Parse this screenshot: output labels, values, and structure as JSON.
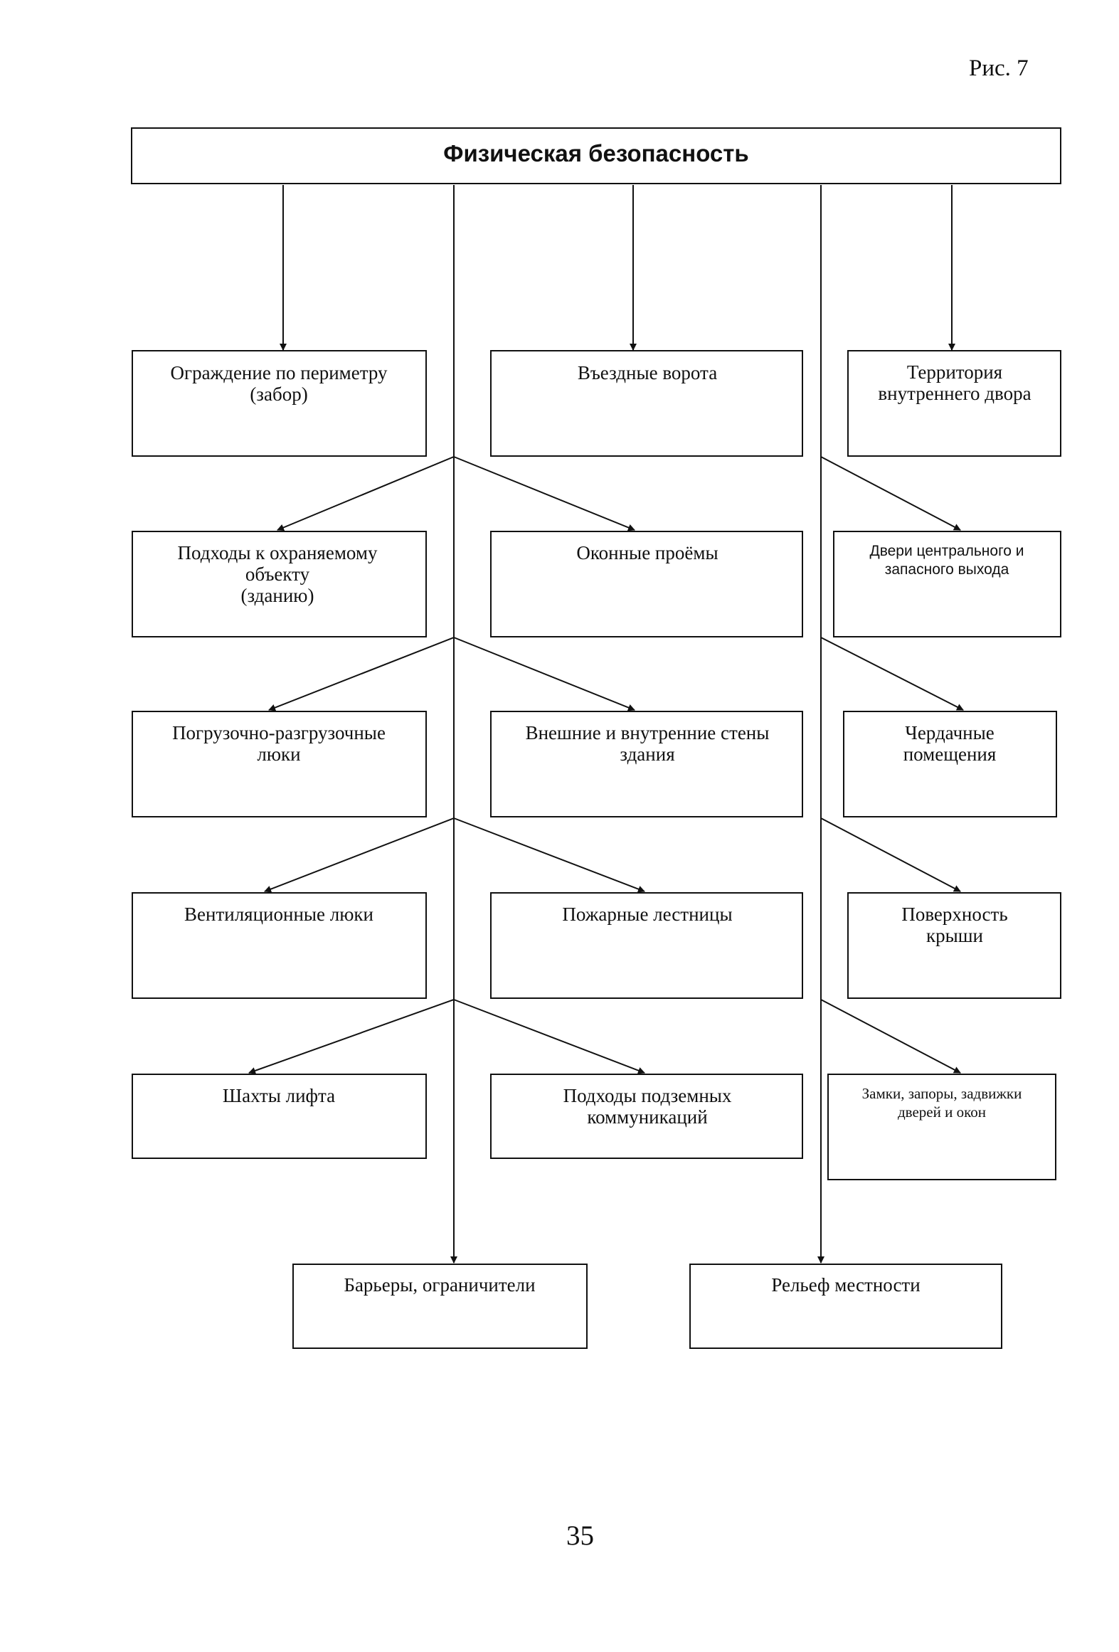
{
  "figure_label": "Рис. 7",
  "page_number": "35",
  "title": "Физическая безопасность",
  "nodes": {
    "perimeter_fence": [
      "Ограждение по периметру",
      "(забор)"
    ],
    "entry_gates": [
      "Въездные ворота"
    ],
    "inner_yard": [
      "Территория",
      "внутреннего двора"
    ],
    "approaches": [
      "Подходы к охраняемому",
      "объекту",
      "(зданию)"
    ],
    "window_openings": [
      "Оконные проёмы"
    ],
    "doors": [
      "Двери центрального и",
      "запасного выхода"
    ],
    "loading_hatches": [
      "Погрузочно-разгрузочные",
      "люки"
    ],
    "walls": [
      "Внешние и внутренние стены",
      "здания"
    ],
    "attic": [
      "Чердачные",
      "помещения"
    ],
    "vent_hatches": [
      "Вентиляционные люки"
    ],
    "fire_escapes": [
      "Пожарные лестницы"
    ],
    "roof_surface": [
      "Поверхность",
      "крыши"
    ],
    "elevator_shafts": [
      "Шахты лифта"
    ],
    "underground_utilities": [
      "Подходы подземных",
      "коммуникаций"
    ],
    "locks": [
      "Замки, запоры, задвижки",
      "дверей и окон"
    ],
    "barriers": [
      "Барьеры, ограничители"
    ],
    "terrain": [
      "Рельеф местности"
    ]
  }
}
